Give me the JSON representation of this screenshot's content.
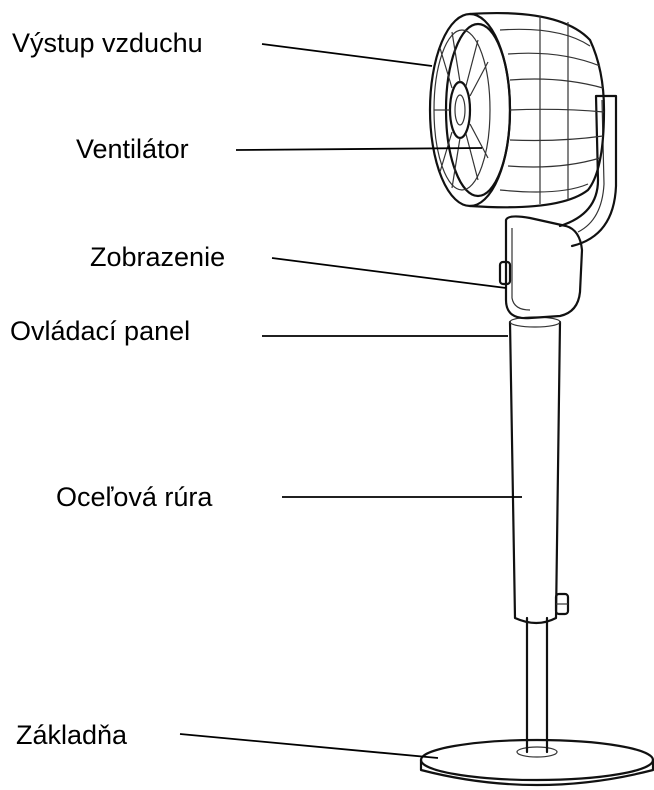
{
  "labels": [
    {
      "id": "air-outlet",
      "text": "Výstup vzduchu"
    },
    {
      "id": "fan",
      "text": "Ventilátor"
    },
    {
      "id": "display",
      "text": "Zobrazenie"
    },
    {
      "id": "control-panel",
      "text": "Ovládací panel"
    },
    {
      "id": "steel-tube",
      "text": "Oceľová rúra"
    },
    {
      "id": "base",
      "text": "Základňa"
    }
  ],
  "colors": {
    "ink": "#000000",
    "background": "#ffffff"
  }
}
